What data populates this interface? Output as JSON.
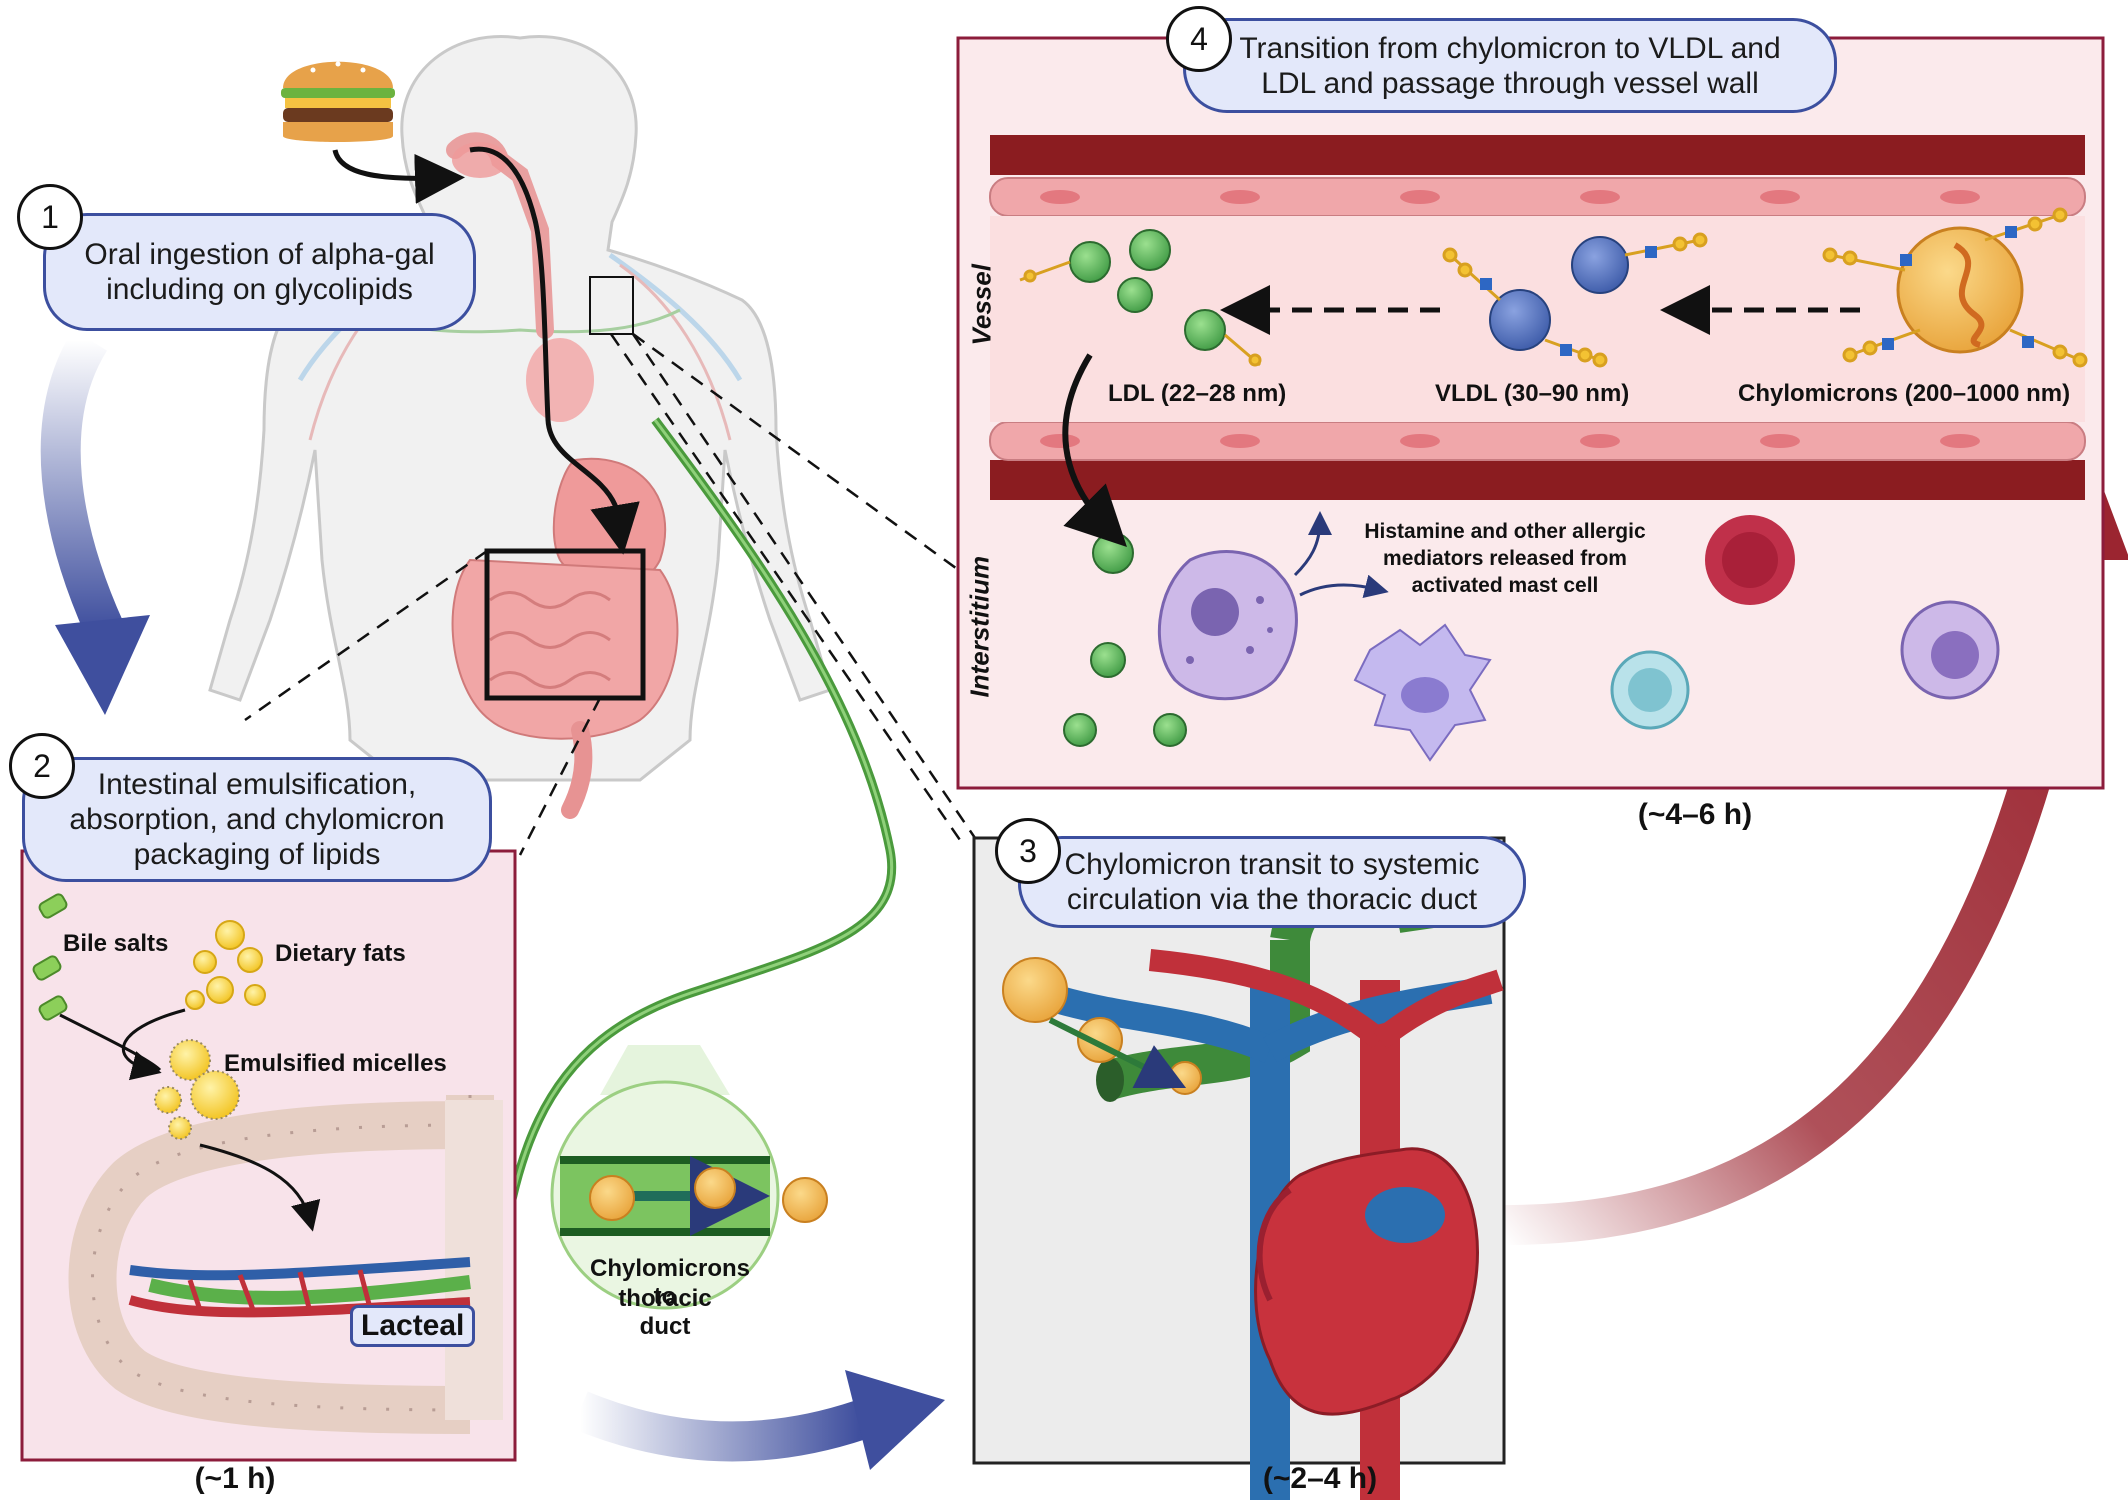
{
  "steps": [
    {
      "number": "1",
      "text_line1": "Oral ingestion of alpha-gal",
      "text_line2": "including on glycolipids"
    },
    {
      "number": "2",
      "text_line1": "Intestinal emulsification,",
      "text_line2": "absorption, and chylomicron",
      "text_line3": "packaging of lipids"
    },
    {
      "number": "3",
      "text_line1": "Chylomicron transit to systemic",
      "text_line2": "circulation via the thoracic duct"
    },
    {
      "number": "4",
      "text_line1": "Transition from chylomicron to VLDL and",
      "text_line2": "LDL and passage through vessel wall"
    }
  ],
  "panel2": {
    "bile_salts": "Bile salts",
    "dietary_fats": "Dietary fats",
    "emulsified_micelles": "Emulsified micelles",
    "lacteal": "Lacteal",
    "time": "(~1 h)"
  },
  "inset": {
    "line1": "Chylomicrons to",
    "line2": "thoracic duct"
  },
  "panel3": {
    "time": "(~2–4 h)"
  },
  "panel4": {
    "vessel_label": "Vessel",
    "interstitium_label": "Interstitium",
    "ldl": "LDL (22–28 nm)",
    "vldl": "VLDL (30–90 nm)",
    "chylomicrons": "Chylomicrons (200–1000 nm)",
    "mediators_line1": "Histamine and other allergic",
    "mediators_line2": "mediators released from",
    "mediators_line3": "activated mast cell",
    "time": "(~4–6 h)"
  },
  "colors": {
    "step_box_fill": "#e3e8fa",
    "step_box_border": "#3c4f9f",
    "panel2_fill": "#f8e3ea",
    "panel4_fill": "#fbeaec",
    "panel3_fill": "#ececec",
    "vessel_wall": "#8b1c20",
    "lymph_green": "#4a9a3c",
    "flow_arrow_blue": "#3f4f9e",
    "flow_arrow_red": "#9b2530"
  },
  "icons": [
    "burger-icon",
    "human-body-icon",
    "heart-icon",
    "mast-cell-icon",
    "lipoprotein-icon"
  ]
}
